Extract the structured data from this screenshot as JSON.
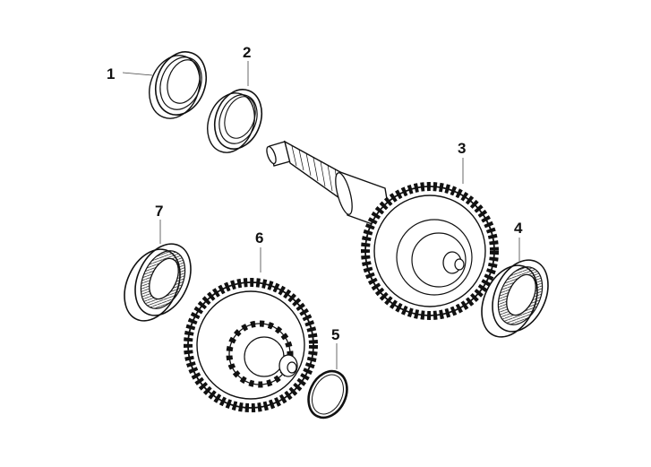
{
  "parts": [
    {
      "number": "1",
      "icon": "oil-seal-ring"
    },
    {
      "number": "2",
      "icon": "oil-seal-ring"
    },
    {
      "number": "3",
      "icon": "input-shaft-with-gear"
    },
    {
      "number": "4",
      "icon": "ball-bearing"
    },
    {
      "number": "5",
      "icon": "snap-ring"
    },
    {
      "number": "6",
      "icon": "double-gear"
    },
    {
      "number": "7",
      "icon": "ball-bearing"
    }
  ]
}
